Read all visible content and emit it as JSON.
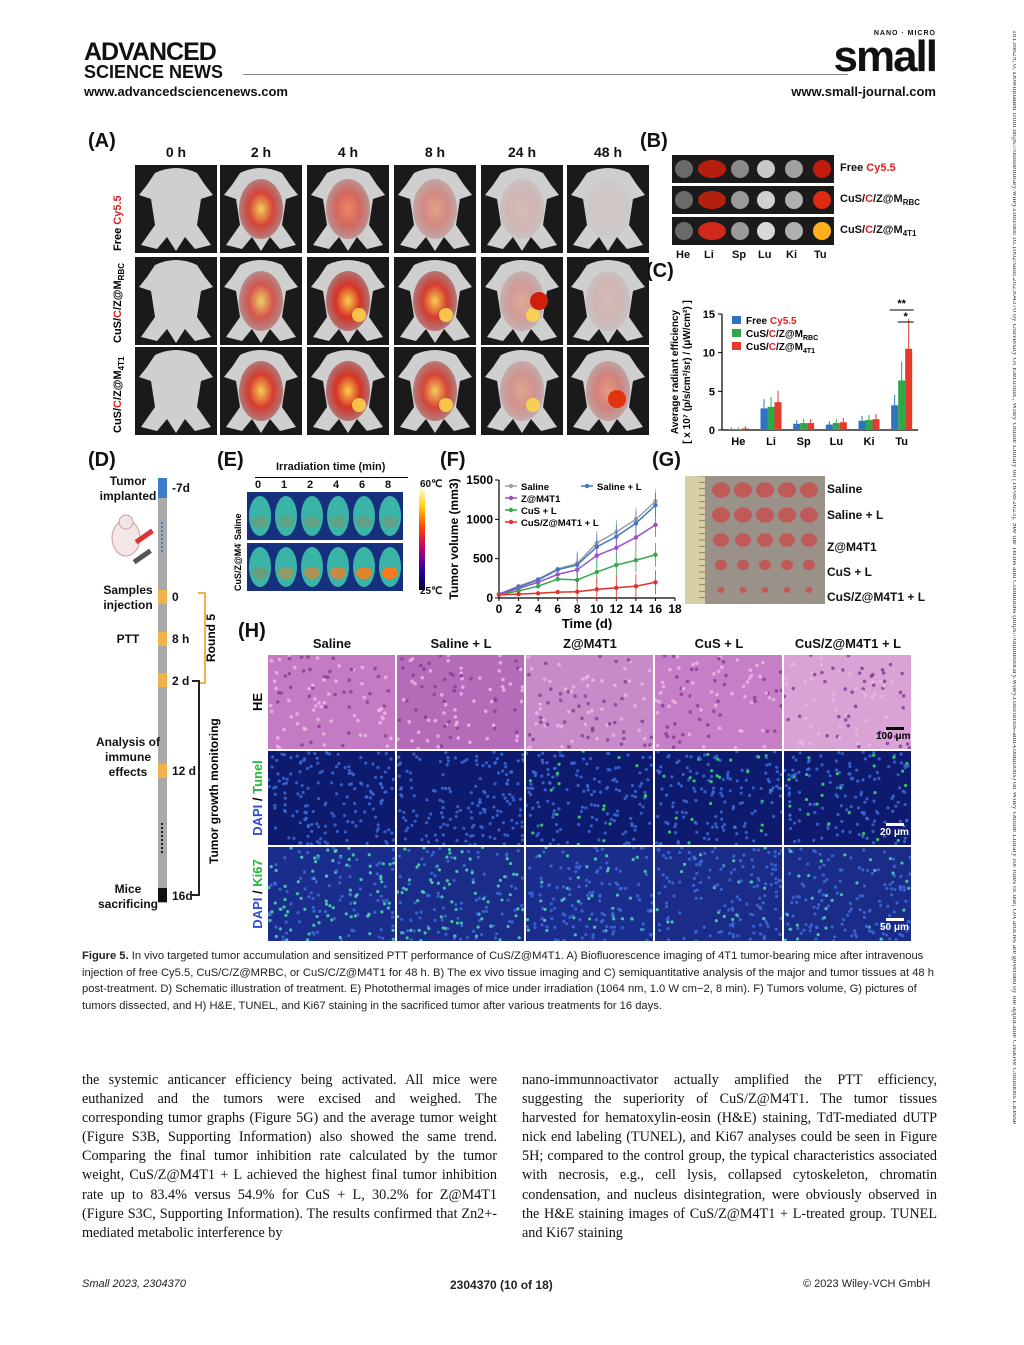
{
  "header": {
    "logo_line1": "ADVANCED",
    "logo_line2": "SCIENCE NEWS",
    "left_url": "www.advancedsciencenews.com",
    "journal_sup": "NANO · MICRO",
    "journal_name": "small",
    "right_url": "www.small-journal.com"
  },
  "side_note": "16136829, 0, Downloaded from https://onlinelibrary.wiley.com/doi/10.1002/smll.202304370 by University Of Electronic, Wiley Online Library on [16/08/2023]. See the Terms and Conditions (https://onlinelibrary.wiley.com/terms-and-conditions) on Wiley Online Library for rules of use; OA articles are governed by the applicable Creative Commons License",
  "panelA": {
    "letter": "(A)",
    "timepoints": [
      "0 h",
      "2 h",
      "4 h",
      "8 h",
      "24 h",
      "48 h"
    ],
    "rows": [
      "Free Cy5.5",
      "CuS/C/Z@M_RBC",
      "CuS/C/Z@M_4T1"
    ]
  },
  "panelB": {
    "letter": "(B)",
    "rows": [
      "Free Cy5.5",
      "CuS/C/Z@M_RBC",
      "CuS/C/Z@M_4T1"
    ],
    "organs": [
      "He",
      "Li",
      "Sp",
      "Lu",
      "Ki",
      "Tu"
    ]
  },
  "panelD": {
    "letter": "(D)",
    "steps": [
      {
        "label": "Tumor implanted",
        "time": "-7d"
      },
      {
        "label": "Samples injection",
        "time": "0"
      },
      {
        "label": "PTT",
        "time": "8 h"
      },
      {
        "label": "",
        "time": "2 d"
      },
      {
        "label": "Analysis of immune effects",
        "time": "12 d"
      },
      {
        "label": "Mice sacrificing",
        "time": "16d"
      }
    ],
    "round_label": "Round 5",
    "monitor_label": "Tumor growth monitoring"
  },
  "panelE": {
    "letter": "(E)",
    "axis_title": "Irradiation time (min)",
    "ticks": [
      "0",
      "1",
      "2",
      "4",
      "6",
      "8"
    ],
    "rows": [
      "Saline",
      "CuS/Z@M4T1"
    ],
    "scale_max": "60℃",
    "scale_min": "25℃"
  },
  "panelG": {
    "letter": "(G)",
    "rows": [
      "Saline",
      "Saline + L",
      "Z@M4T1",
      "CuS + L",
      "CuS/Z@M4T1 + L"
    ]
  },
  "panelH": {
    "letter": "(H)",
    "columns": [
      "Saline",
      "Saline + L",
      "Z@M4T1",
      "CuS + L",
      "CuS/Z@M4T1 + L"
    ],
    "rows": [
      "HE",
      "DAPI / Tunel",
      "DAPI / Ki67"
    ],
    "scales": [
      "100 μm",
      "20 μm",
      "50 μm"
    ]
  },
  "chart_data": [
    {
      "panel": "(C)",
      "type": "bar",
      "categories": [
        "He",
        "Li",
        "Sp",
        "Lu",
        "Ki",
        "Tu"
      ],
      "ylabel": "Average radiant efficiency [ x 10^7 (p/s/cm^2/sr) / (μW/cm^2) ]",
      "ylim": [
        0,
        15
      ],
      "yticks": [
        "0",
        "5",
        "10",
        "15"
      ],
      "series": [
        {
          "name": "Free Cy5.5",
          "color": "#2f74c0",
          "values": [
            0.1,
            2.8,
            0.8,
            0.7,
            1.2,
            3.2
          ]
        },
        {
          "name": "CuS/C/Z@M_RBC",
          "color": "#2ea84a",
          "values": [
            0.1,
            3.0,
            0.9,
            0.9,
            1.3,
            6.4
          ]
        },
        {
          "name": "CuS/C/Z@M_4T1",
          "color": "#e53a2c",
          "values": [
            0.2,
            3.6,
            0.9,
            1.0,
            1.4,
            10.5
          ]
        }
      ],
      "annotations": [
        "**",
        "*"
      ]
    },
    {
      "panel": "(F)",
      "type": "line",
      "xlabel": "Time (d)",
      "ylabel": "Tumor volume (mm3)",
      "x": [
        0,
        2,
        4,
        6,
        8,
        10,
        12,
        14,
        16
      ],
      "xticks": [
        "0",
        "2",
        "4",
        "6",
        "8",
        "10",
        "12",
        "14",
        "16",
        "18"
      ],
      "yticks": [
        "0",
        "500",
        "1000",
        "1500"
      ],
      "xlim": [
        0,
        18
      ],
      "ylim": [
        0,
        1500
      ],
      "series": [
        {
          "name": "Saline",
          "color": "#a0a0a0",
          "values": [
            50,
            150,
            240,
            370,
            440,
            700,
            840,
            1000,
            1230
          ]
        },
        {
          "name": "Saline + L",
          "color": "#3b78c6",
          "values": [
            50,
            140,
            230,
            360,
            420,
            650,
            780,
            950,
            1180
          ]
        },
        {
          "name": "Z@M4T1",
          "color": "#9d4fc6",
          "values": [
            45,
            120,
            200,
            300,
            360,
            540,
            640,
            770,
            930
          ]
        },
        {
          "name": "CuS + L",
          "color": "#35a84c",
          "values": [
            40,
            90,
            150,
            240,
            230,
            330,
            420,
            480,
            550
          ]
        },
        {
          "name": "CuS/Z@M4T1 + L",
          "color": "#e0322b",
          "values": [
            40,
            50,
            60,
            75,
            80,
            110,
            130,
            150,
            200
          ]
        }
      ]
    }
  ],
  "caption": {
    "label": "Figure 5.",
    "text": " In vivo targeted tumor accumulation and sensitized PTT performance of CuS/Z@M4T1. A) Biofluorescence imaging of 4T1 tumor-bearing mice after intravenous injection of free Cy5.5, CuS/C/Z@MRBC, or CuS/C/Z@M4T1 for 48 h. B) The ex vivo tissue imaging and C) semiquantitative analysis of the major and tumor tissues at 48 h post-treatment. D) Schematic illustration of treatment. E) Photothermal images of mice under irradiation (1064 nm, 1.0 W cm−2, 8 min). F) Tumors volume, G) pictures of tumors dissected, and H) H&E, TUNEL, and Ki67 staining in the sacrificed tumor after various treatments for 16 days."
  },
  "body": {
    "left": "the systemic anticancer efficiency being activated. All mice were euthanized and the tumors were excised and weighed. The corresponding tumor graphs (Figure 5G) and the average tumor weight (Figure S3B, Supporting Information) also showed the same trend. Comparing the final tumor inhibition rate calculated by the tumor weight, CuS/Z@M4T1 + L achieved the highest final tumor inhibition rate up to 83.4% versus 54.9% for CuS + L, 30.2% for Z@M4T1 (Figure S3C, Supporting Information). The results confirmed that Zn2+-mediated metabolic interference by",
    "right": "nano-immunnoactivator actually amplified the PTT efficiency, suggesting the superiority of CuS/Z@M4T1. The tumor tissues harvested for hematoxylin-eosin (H&E) staining, TdT-mediated dUTP nick end labeling (TUNEL), and Ki67 analyses could be seen in Figure 5H; compared to the control group, the typical characteristics associated with necrosis, e.g., cell lysis, collapsed cytoskeleton, chromatin condensation, and nucleus disintegration, were obviously observed in the H&E staining images of CuS/Z@M4T1 + L-treated group. TUNEL and Ki67 staining"
  },
  "footer": {
    "left": "Small 2023, 2304370",
    "center": "2304370 (10 of 18)",
    "right": "© 2023 Wiley-VCH GmbH"
  }
}
